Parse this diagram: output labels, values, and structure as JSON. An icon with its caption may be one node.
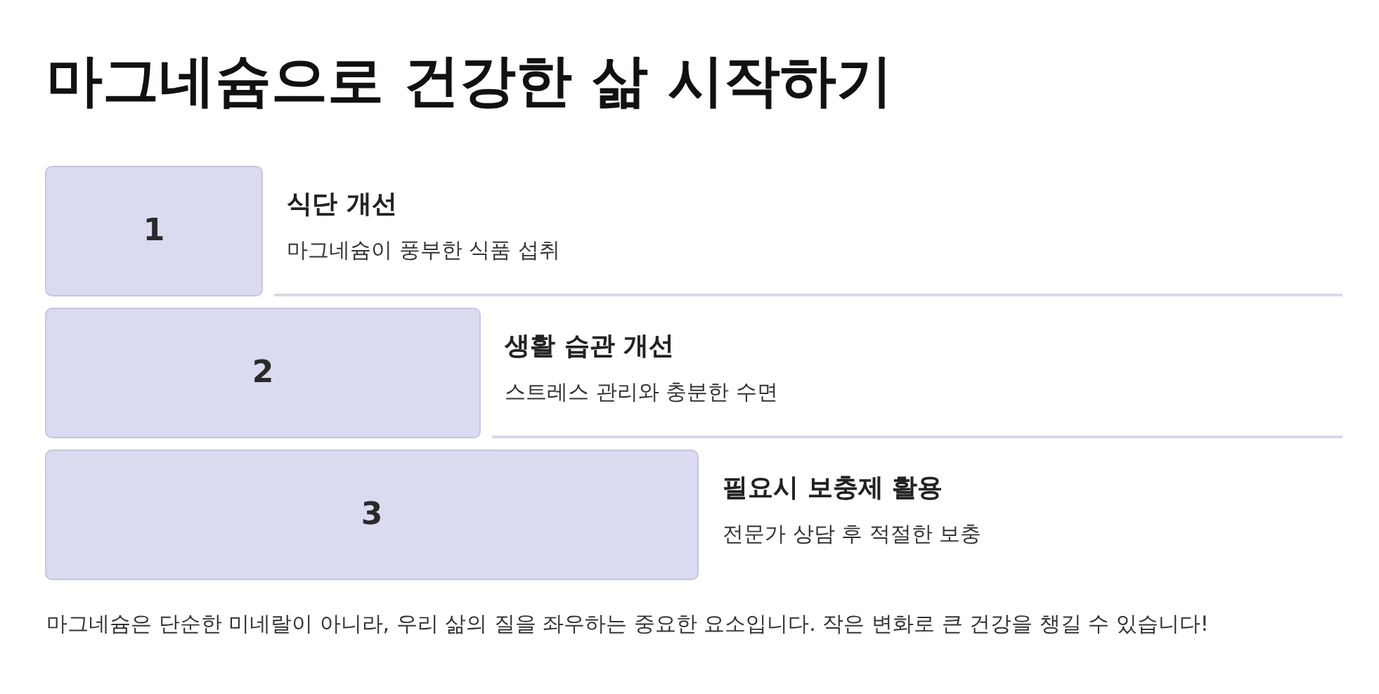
{
  "diagram": {
    "title": "마그네슘으로 건강한 삶 시작하기",
    "nodes": [
      {
        "text": [
          "1"
        ],
        "beside": [
          "식단 개선",
          "마그네슘이 풍부한 식품 섭취"
        ]
      },
      {
        "text": [
          "2"
        ],
        "beside": [
          "생활 습관 개선",
          "스트레스 관리와 충분한 수면"
        ]
      },
      {
        "text": [
          "3"
        ],
        "beside": [
          "필요시 보충제 활용",
          "전문가 상담 후 적절한 보충"
        ]
      }
    ],
    "edges": [],
    "caption": "마그네슘은 단순한 미네랄이 아니라, 우리 삶의 질을 좌우하는 중요한 요소입니다. 작은 변화로 큰 건강을 챙길 수 있습니다!"
  }
}
